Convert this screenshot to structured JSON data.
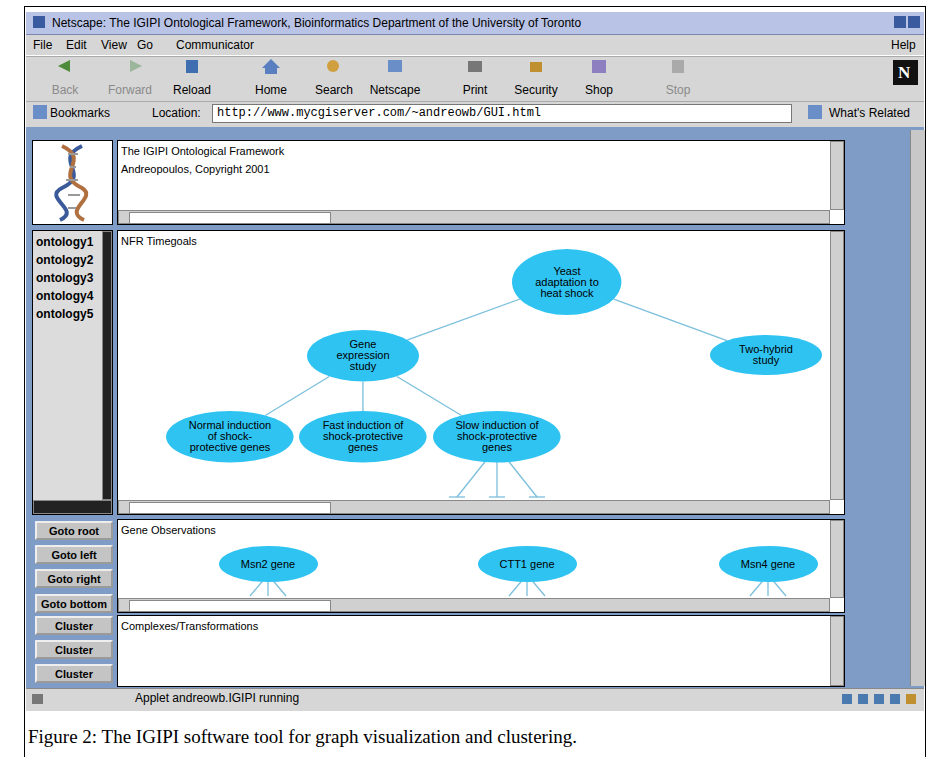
{
  "diagram": {
    "caption": "Figure 2: The IGIPI software tool for graph visualization and clustering.",
    "nodes": [
      {
        "text": [
          "The IGIPI Ontological Framework",
          "Andreopoulos, Copyright 2001"
        ]
      },
      {
        "text": [
          "ontology1",
          "ontology2",
          "ontology3",
          "ontology4",
          "ontology5"
        ]
      },
      {
        "text": [
          "NFR Timegoals"
        ]
      },
      {
        "text": [
          "Yeast adaptation to heat shock"
        ],
        "in": 2
      },
      {
        "text": [
          "Gene expression study"
        ],
        "in": 2
      },
      {
        "text": [
          "Two-hybrid study"
        ],
        "in": 2
      },
      {
        "text": [
          "Normal induction of shock-protective genes"
        ],
        "in": 2
      },
      {
        "text": [
          "Fast induction of shock-protective genes"
        ],
        "in": 2
      },
      {
        "text": [
          "Slow induction of shock-protective genes"
        ],
        "in": 2
      },
      {
        "text": [
          "Goto root"
        ]
      },
      {
        "text": [
          "Goto left"
        ]
      },
      {
        "text": [
          "Goto right"
        ]
      },
      {
        "text": [
          "Goto bottom"
        ]
      },
      {
        "text": [
          "Cluster"
        ]
      },
      {
        "text": [
          "Cluster"
        ]
      },
      {
        "text": [
          "Cluster"
        ]
      },
      {
        "text": [
          "Gene Observations"
        ]
      },
      {
        "text": [
          "Msn2 gene"
        ],
        "in": 16
      },
      {
        "text": [
          "CTT1 gene"
        ],
        "in": 16
      },
      {
        "text": [
          "Msn4 gene"
        ],
        "in": 16
      },
      {
        "text": [
          "Complexes/Transformations"
        ]
      }
    ],
    "edges": [
      {
        "from": 3,
        "to": 4,
        "arrow": "none"
      },
      {
        "from": 3,
        "to": 5,
        "arrow": "none"
      },
      {
        "from": 4,
        "to": 6,
        "arrow": "none"
      },
      {
        "from": 4,
        "to": 7,
        "arrow": "none"
      },
      {
        "from": 4,
        "to": 8,
        "arrow": "none"
      }
    ],
    "labels": [
      "Netscape: The IGIPI Ontological Framework, Bioinformatics Department of the University of Toronto",
      "File",
      "Edit",
      "View",
      "Go",
      "Communicator",
      "Help",
      "Back",
      "Forward",
      "Reload",
      "Home",
      "Search",
      "Netscape",
      "Print",
      "Security",
      "Shop",
      "Stop",
      "Bookmarks",
      "Location:",
      "http://www.mycgiserver.com/~andreowb/GUI.html",
      "What's Related",
      "N",
      "Applet andreowb.IGIPI running"
    ]
  }
}
